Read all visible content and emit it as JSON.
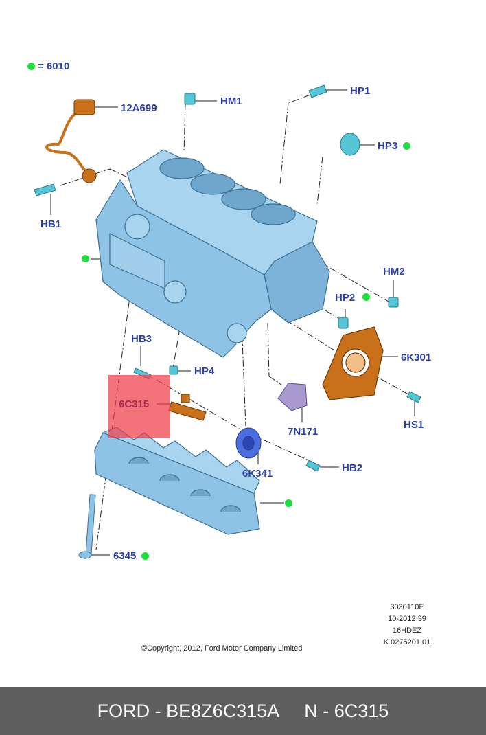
{
  "legend": {
    "label": "= 6010",
    "dot_color": "#19e03a"
  },
  "labels": {
    "p12a699": "12A699",
    "hm1": "HM1",
    "hp1": "HP1",
    "hp3": "HP3",
    "hb1": "HB1",
    "hm2": "HM2",
    "hp2": "HP2",
    "hb3": "HB3",
    "hp4": "HP4",
    "p6k301": "6K301",
    "p6c315": "6C315",
    "p7n171": "7N171",
    "hs1": "HS1",
    "p6k341": "6K341",
    "hb2": "HB2",
    "p6345": "6345"
  },
  "drawing_info": [
    "3030110E",
    "10-2012 39",
    "16HDEZ",
    "K 0275201 01"
  ],
  "copyright": "©Copyright, 2012, Ford Motor Company Limited",
  "footer": {
    "brand_part": "FORD - BE8Z6C315A",
    "ref": "N - 6C315"
  },
  "colors": {
    "part_blue": "#8fc3e6",
    "part_orange": "#c9701a",
    "label_blue": "#2b3fa6",
    "dot_green": "#19e03a",
    "highlight": "#f03c46",
    "footer_bg": "#5e5e5e"
  }
}
